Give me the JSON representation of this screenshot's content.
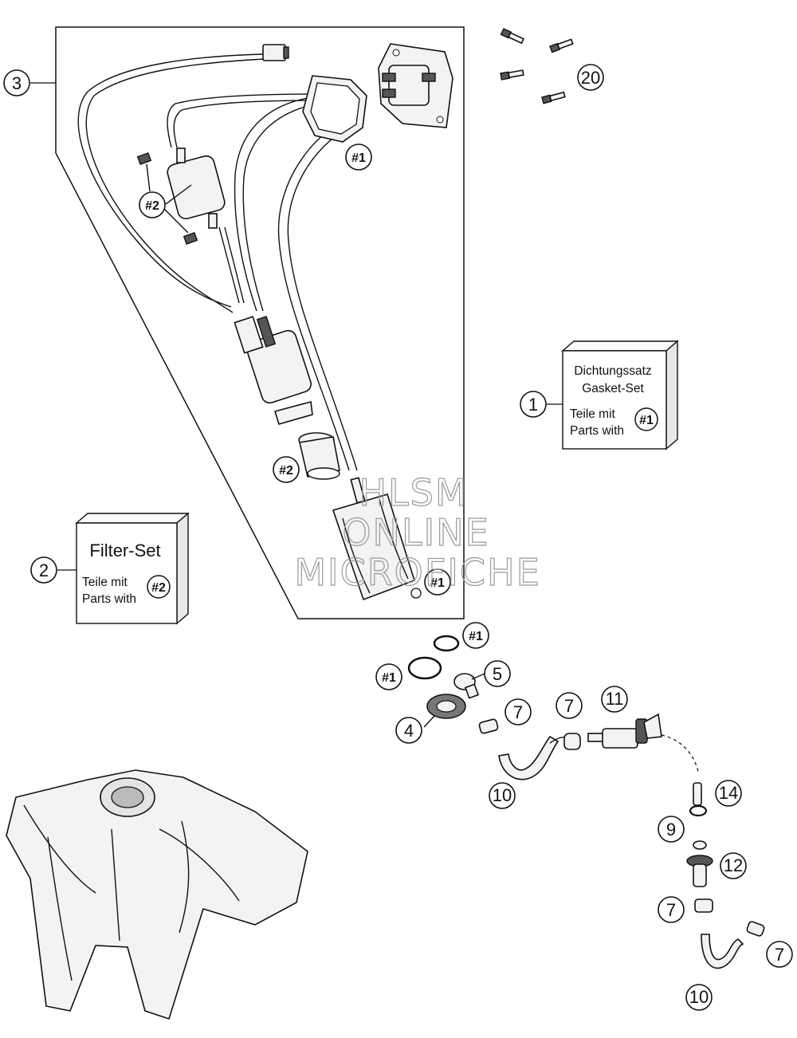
{
  "callouts": {
    "c1": "1",
    "c2": "2",
    "c3": "3",
    "c4": "4",
    "c5": "5",
    "c7a": "7",
    "c7b": "7",
    "c7c": "7",
    "c7d": "7",
    "c9": "9",
    "c10a": "10",
    "c10b": "10",
    "c11": "11",
    "c12": "12",
    "c14": "14",
    "c20": "20"
  },
  "hash_labels": {
    "h1_seal": "#1",
    "h2_filter": "#2",
    "h2_sleeve": "#2",
    "h1_pump": "#1",
    "h1_oring_a": "#1",
    "h1_oring_b": "#1"
  },
  "gasket_box": {
    "line1": "Dichtungssatz",
    "line2": "Gasket-Set",
    "line3": "Teile mit",
    "line4": "Parts with",
    "badge": "#1"
  },
  "filter_box": {
    "title": "Filter-Set",
    "line1": "Teile mit",
    "line2": "Parts with",
    "badge": "#2"
  },
  "watermark": {
    "line1": "HLSM",
    "line2": "ONLINE",
    "line3": "MICROFICHE"
  }
}
